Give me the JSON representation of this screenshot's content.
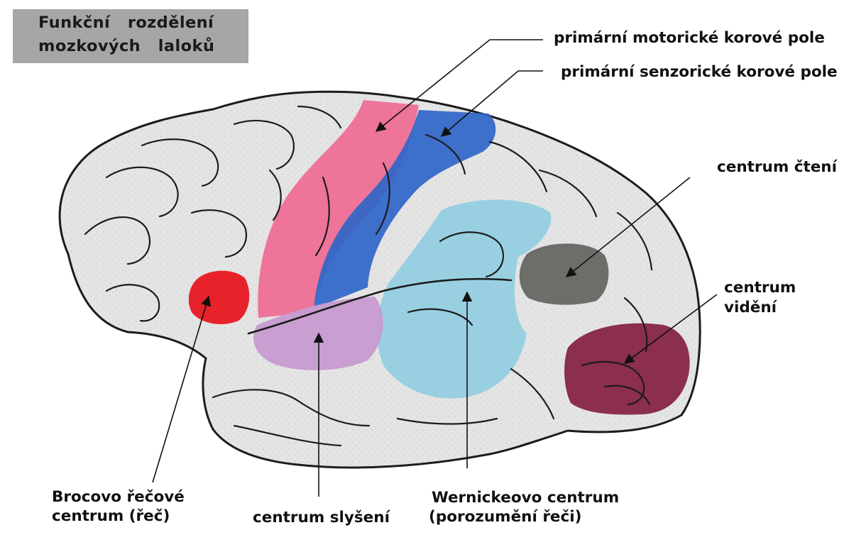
{
  "title": {
    "line1": "Funkční   rozdělení",
    "line2": "mozkových   laloků"
  },
  "labels": {
    "motor": "primární motorické  korové pole",
    "sensory": "primární senzorické korové pole",
    "reading": "centrum čtení",
    "vision_1": "centrum",
    "vision_2": "vidění",
    "broca_1": "Brocovo řečové",
    "broca_2": "centrum (řeč)",
    "hearing": "centrum slyšení",
    "wernicke_1": "Wernickeovo centrum",
    "wernicke_2": "(porozumění řeči)"
  },
  "colors": {
    "brain": "#e4e4e4",
    "outline": "#1c1c1c",
    "motor": "#ef6a92",
    "sensory": "#2f66c8",
    "wernicke": "#93cfe2",
    "hearing": "#c79ad0",
    "broca": "#e8222a",
    "reading": "#6d6d69",
    "vision": "#8b2f4c",
    "title_bg": "#a6a6a6"
  }
}
